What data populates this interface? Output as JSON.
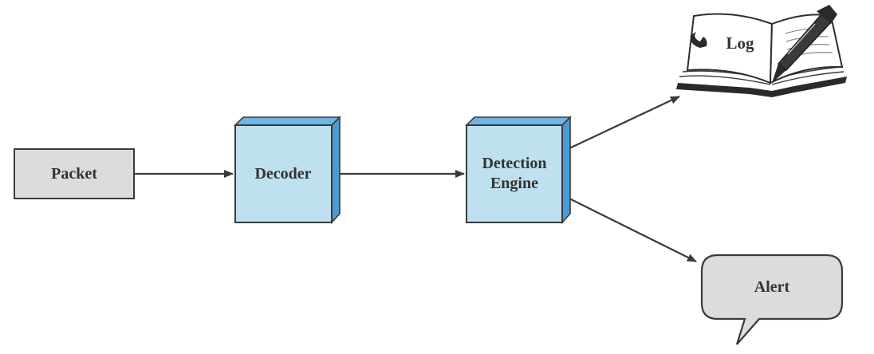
{
  "nodes": {
    "packet": {
      "label": "Packet"
    },
    "decoder": {
      "label": "Decoder"
    },
    "detection_engine": {
      "label_line1": "Detection",
      "label_line2": "Engine"
    },
    "log": {
      "label": "Log",
      "icon": "open-book-with-pen-icon"
    },
    "alert": {
      "label": "Alert",
      "icon": "speech-bubble-icon"
    }
  },
  "edges": [
    {
      "from": "packet",
      "to": "decoder"
    },
    {
      "from": "decoder",
      "to": "detection_engine"
    },
    {
      "from": "detection_engine",
      "to": "log"
    },
    {
      "from": "detection_engine",
      "to": "alert"
    }
  ],
  "colors": {
    "box_gray": "#dcdcdc",
    "cube_face": "#bfe0ef",
    "cube_side": "#4a9bd6",
    "cube_top": "#6fb5e3",
    "stroke": "#3a3a3a",
    "text": "#333333"
  }
}
